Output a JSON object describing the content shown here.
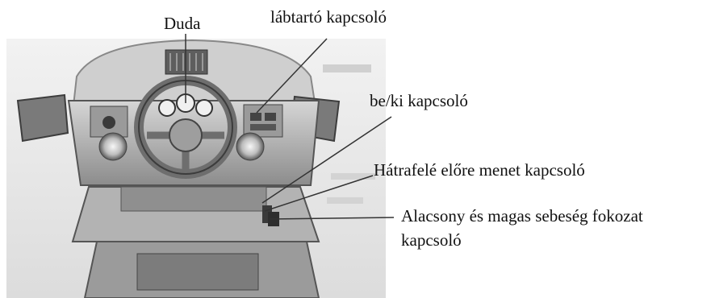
{
  "callouts": {
    "horn": "Duda",
    "footrest_switch": "lábtartó kapcsoló",
    "power_switch": "be/ki kapcsoló",
    "direction_switch": "Hátrafelé  előre menet kapcsoló",
    "speed_switch_line1": "Alacsony és magas sebeség fokozat",
    "speed_switch_line2": "kapcsoló"
  },
  "colors": {
    "photo_light": "#e9e9e9",
    "photo_mid": "#b8b8b8",
    "photo_dark": "#6a6a6a",
    "leader_line": "#333333"
  }
}
